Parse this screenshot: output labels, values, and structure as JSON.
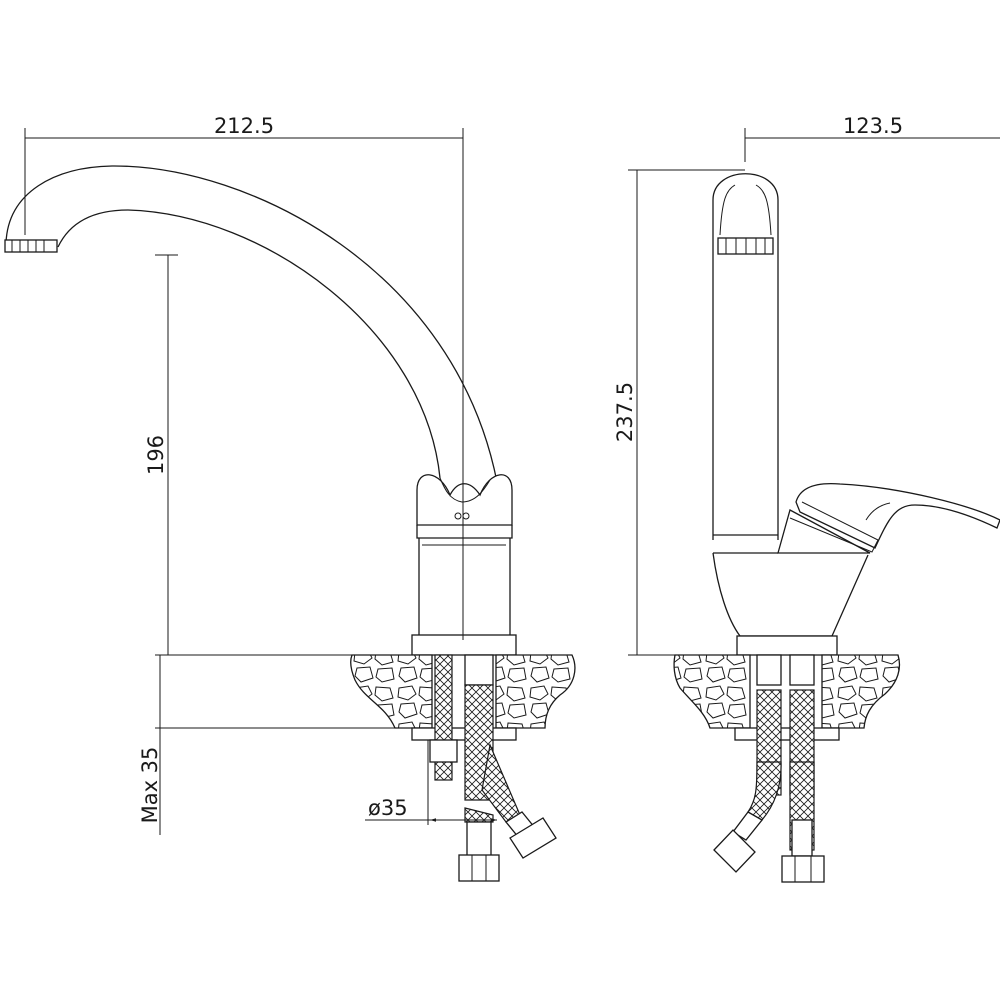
{
  "dimensions": {
    "spout_reach": "212.5",
    "side_depth": "123.5",
    "spout_height": "196",
    "total_height": "237.5",
    "max_counter_thickness": "Max 35",
    "hole_diameter": "ø35"
  },
  "colors": {
    "line": "#1a1a1a",
    "background": "#ffffff"
  }
}
